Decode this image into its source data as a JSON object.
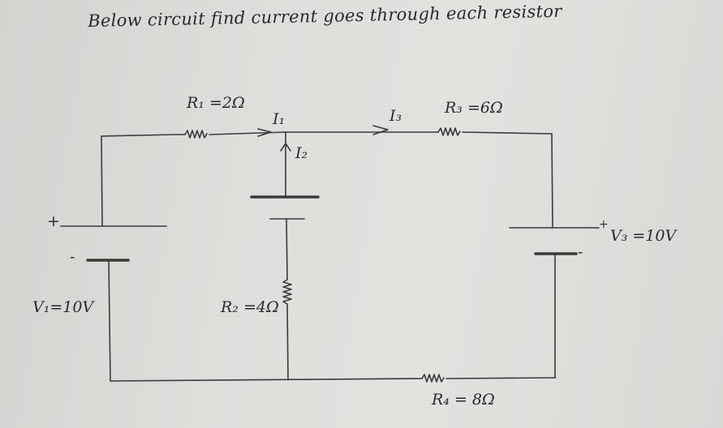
{
  "question": "Below circuit find current goes through each resistor",
  "labels": {
    "r1": "R₁ =2Ω",
    "r2": "R₂ =4Ω",
    "r3": "R₃ =6Ω",
    "r4": "R₄ = 8Ω",
    "v1": "V₁=10V",
    "v3": "V₃ =10V",
    "i1": "I₁",
    "i2": "I₂",
    "i3": "I₃",
    "plus_v1": "+",
    "minus_v1": "-",
    "plus_v3": "+",
    "minus_v3": "-"
  }
}
